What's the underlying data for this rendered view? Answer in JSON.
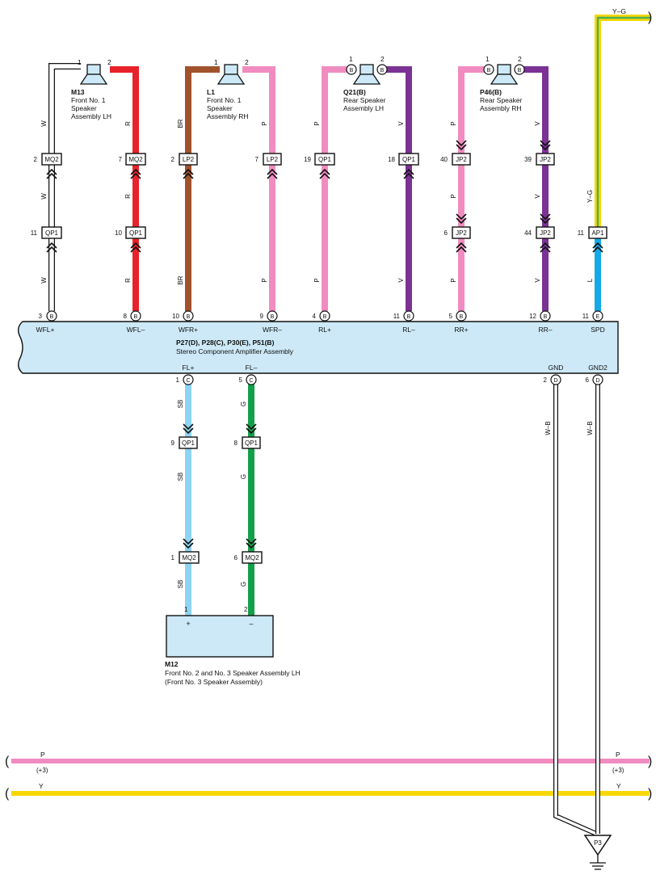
{
  "amplifier": {
    "title": "P27(D), P28(C), P30(E), P51(B)",
    "subtitle": "Stereo Component Amplifier Assembly",
    "pins": [
      {
        "label": "WFL+",
        "pin": "3",
        "conn": "B"
      },
      {
        "label": "WFL–",
        "pin": "8",
        "conn": "B"
      },
      {
        "label": "WFR+",
        "pin": "10",
        "conn": "B"
      },
      {
        "label": "WFR–",
        "pin": "9",
        "conn": "B"
      },
      {
        "label": "RL+",
        "pin": "4",
        "conn": "B"
      },
      {
        "label": "RL–",
        "pin": "11",
        "conn": "B"
      },
      {
        "label": "RR+",
        "pin": "5",
        "conn": "B"
      },
      {
        "label": "RR–",
        "pin": "12",
        "conn": "B"
      },
      {
        "label": "SPD",
        "pin": "11",
        "conn": "E"
      },
      {
        "label": "FL+",
        "pin": "1",
        "conn": "C"
      },
      {
        "label": "FL–",
        "pin": "5",
        "conn": "C"
      },
      {
        "label": "GND",
        "pin": "2",
        "conn": "D"
      },
      {
        "label": "GND2",
        "pin": "6",
        "conn": "D"
      }
    ]
  },
  "speakers": [
    {
      "id": "M13",
      "name": [
        "Front No. 1",
        "Speaker",
        "Assembly LH"
      ],
      "pin1": "1",
      "pin2": "2"
    },
    {
      "id": "L1",
      "name": [
        "Front No. 1",
        "Speaker",
        "Assembly RH"
      ],
      "pin1": "1",
      "pin2": "2"
    },
    {
      "id": "Q21(B)",
      "name": [
        "Rear Speaker",
        "Assembly LH"
      ],
      "pin1": "1",
      "pin2": "2",
      "conn": "B"
    },
    {
      "id": "P46(B)",
      "name": [
        "Rear Speaker",
        "Assembly RH"
      ],
      "pin1": "1",
      "pin2": "2",
      "conn": "B"
    }
  ],
  "connectors": [
    {
      "name": "MQ2",
      "pin": "2"
    },
    {
      "name": "MQ2",
      "pin": "7"
    },
    {
      "name": "LP2",
      "pin": "2"
    },
    {
      "name": "LP2",
      "pin": "7"
    },
    {
      "name": "QP1",
      "pin": "19"
    },
    {
      "name": "QP1",
      "pin": "18"
    },
    {
      "name": "JP2",
      "pin": "40"
    },
    {
      "name": "JP2",
      "pin": "39"
    },
    {
      "name": "QP1",
      "pin": "11"
    },
    {
      "name": "QP1",
      "pin": "10"
    },
    {
      "name": "JP2",
      "pin": "6"
    },
    {
      "name": "JP2",
      "pin": "44"
    },
    {
      "name": "AP1",
      "pin": "11"
    },
    {
      "name": "QP1",
      "pin": "9"
    },
    {
      "name": "QP1",
      "pin": "8"
    },
    {
      "name": "MQ2",
      "pin": "1"
    },
    {
      "name": "MQ2",
      "pin": "6"
    }
  ],
  "wire_colors": {
    "W": "W",
    "R": "R",
    "BR": "BR",
    "P": "P",
    "V": "V",
    "L": "L",
    "YG": "Y–G",
    "SB": "SB",
    "G": "G",
    "WB": "W–B",
    "Y": "Y"
  },
  "colors": {
    "white": "#ffffff",
    "red": "#e8222b",
    "brown": "#a0522d",
    "pink": "#f08cc0",
    "violet": "#7b3294",
    "blue": "#15a9e8",
    "lightblue": "#8dd3f2",
    "green": "#14a04a",
    "yellow": "#f7d708",
    "yg_green": "#4caf50",
    "amp_fill": "#cde9f7",
    "box_fill": "#cde9f7"
  },
  "m12": {
    "id": "M12",
    "name": "Front No. 2 and No. 3 Speaker Assembly LH",
    "name2": "(Front No. 3 Speaker Assembly)",
    "pin1": "1",
    "pin2": "2",
    "plus": "+",
    "minus": "–"
  },
  "ground": {
    "label": "P3"
  },
  "bus": {
    "p_label": "P",
    "y_label": "Y",
    "ref": "(+3)"
  }
}
